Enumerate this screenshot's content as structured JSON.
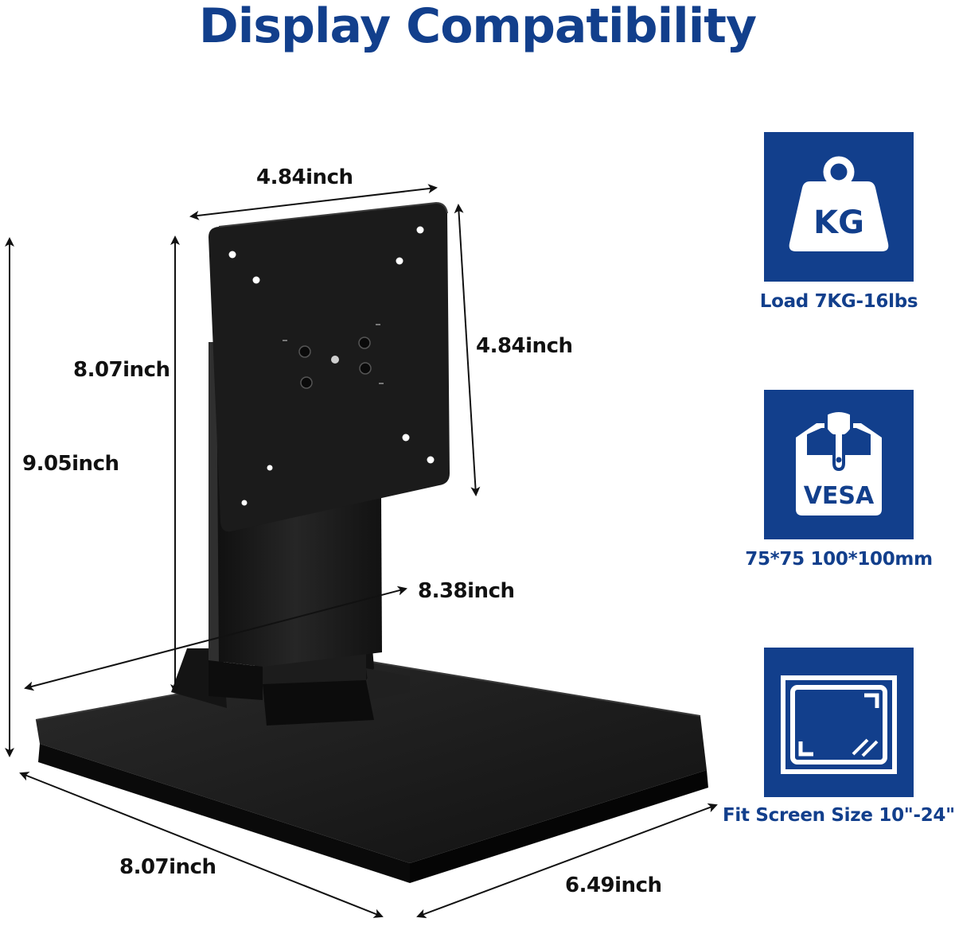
{
  "title": "Display Compatibility",
  "dimensions": {
    "plate_width": "4.84inch",
    "plate_height": "4.84inch",
    "column_height": "8.07inch",
    "total_height": "9.05inch",
    "depth_diagonal": "8.38inch",
    "base_length": "8.07inch",
    "base_width": "6.49inch"
  },
  "features": [
    {
      "icon": "weight-kg-icon",
      "icon_text": "KG",
      "caption": "Load 7KG-16lbs"
    },
    {
      "icon": "vesa-mount-icon",
      "icon_text": "VESA",
      "caption": "75*75 100*100mm"
    },
    {
      "icon": "screen-size-icon",
      "icon_text": "",
      "caption": "Fit Screen Size 10\"-24\""
    }
  ],
  "colors": {
    "accent": "#123f8c",
    "stand": "#1a1a1a",
    "text": "#111111",
    "background": "#ffffff"
  }
}
